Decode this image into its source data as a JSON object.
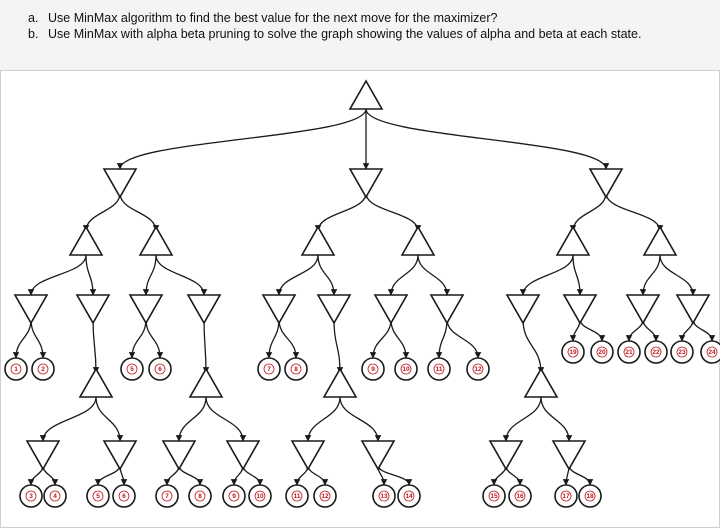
{
  "questions": [
    {
      "label": "a.",
      "text": "Use MinMax algorithm to find the best value for the next move for the maximizer?"
    },
    {
      "label": "b.",
      "text": "Use MinMax with alpha beta pruning to solve the graph showing the values of alpha and beta at each state."
    }
  ],
  "tree": {
    "node_types": {
      "MAX": "up-triangle",
      "MIN": "down-triangle",
      "LEAF": "circle"
    },
    "colors": {
      "edge": "#1a1a1a",
      "leaf_value": "#c0171f"
    },
    "leaves": [
      "1",
      "2",
      "3",
      "4",
      "5",
      "6",
      "5",
      "6",
      "7",
      "8",
      "9",
      "10",
      "7",
      "8",
      "11",
      "12",
      "13",
      "14",
      "9",
      "10",
      "11",
      "12",
      "15",
      "16",
      "17",
      "18",
      "19",
      "20",
      "21",
      "22",
      "23",
      "24"
    ]
  }
}
